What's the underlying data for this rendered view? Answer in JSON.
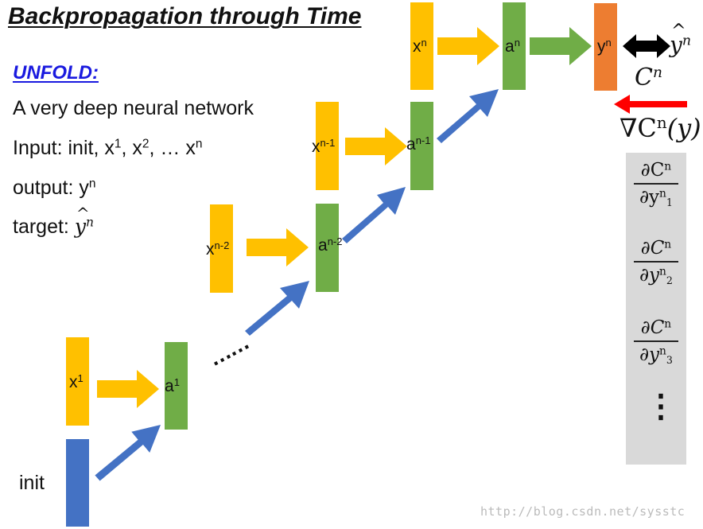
{
  "title": "Backpropagation through Time",
  "unfold": "UNFOLD:",
  "lines": {
    "l1": "A very deep neural network",
    "l2_prefix": "Input: init, x",
    "l2_sup1": "1",
    "l2_mid1": ", x",
    "l2_sup2": "2",
    "l2_mid2": ", … x",
    "l2_supn": "n",
    "l3_prefix": "output: y",
    "l3_sup": "n",
    "l4_prefix": "target: ",
    "l4_y": "y",
    "l4_sup": "n"
  },
  "nodes": {
    "x1": {
      "base": "x",
      "sup": "1"
    },
    "a1": {
      "base": "a",
      "sup": "1"
    },
    "xn2": {
      "base": "x",
      "sup": "n-2"
    },
    "an2": {
      "base": "a",
      "sup": "n-2"
    },
    "xn1": {
      "base": "x",
      "sup": "n-1"
    },
    "an1": {
      "base": "a",
      "sup": "n-1"
    },
    "xn": {
      "base": "x",
      "sup": "n"
    },
    "an": {
      "base": "a",
      "sup": "n"
    },
    "yn": {
      "base": "y",
      "sup": "n"
    },
    "init": "init"
  },
  "dots": "……",
  "cost": {
    "base": "C",
    "sup": "n"
  },
  "target_right": {
    "base": "y",
    "sup": "n"
  },
  "gradient": {
    "nabla": "∇C",
    "sup": "n",
    "arg": "(y)"
  },
  "partials": [
    {
      "num": "∂C",
      "num_sup": "n",
      "den": "∂y",
      "den_sup": "n",
      "den_sub": "1"
    },
    {
      "num": "∂C",
      "num_sup": "n",
      "den": "∂y",
      "den_sup": "n",
      "den_sub": "2"
    },
    {
      "num": "∂C",
      "num_sup": "n",
      "den": "∂y",
      "den_sup": "n",
      "den_sub": "3"
    }
  ],
  "panel_dots": "⋮",
  "watermark": "http://blog.csdn.net/sysstc",
  "colors": {
    "input": "#ffc000",
    "hidden": "#70ad47",
    "output": "#ed7d31",
    "init": "#4472c4",
    "arrow_input": "#ffc000",
    "arrow_recurrent": "#4472c4",
    "arrow_output": "#70ad47",
    "backprop": "#ff0000",
    "compare": "#000000"
  }
}
